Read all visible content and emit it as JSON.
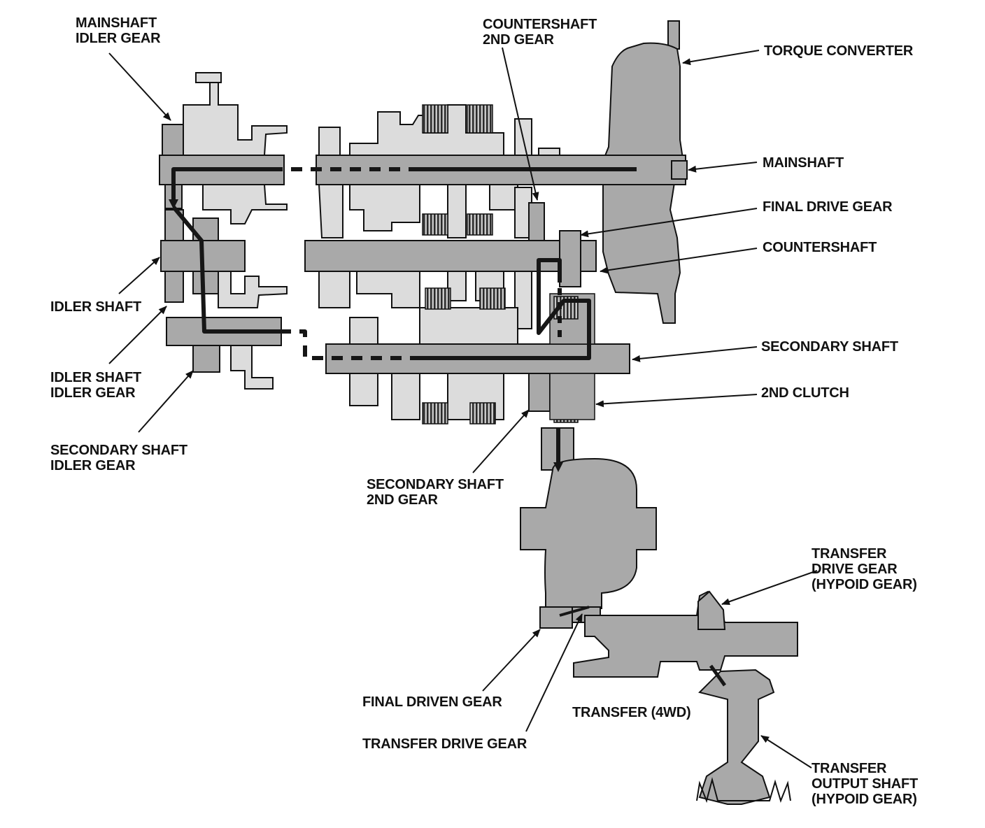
{
  "colors": {
    "part_fill": "#a9a9a9",
    "part_stroke": "#111111",
    "power_flow": "#161616",
    "clutch_pack": "#2b2b2b",
    "leader": "#111111"
  },
  "power_flow_path": [
    "mainshaft",
    "mainshaft-idler-gear",
    "idler-shaft-idler-gear",
    "secondary-shaft-idler-gear",
    "secondary-shaft",
    "2nd-clutch",
    "secondary-shaft-2nd-gear",
    "countershaft-2nd-gear",
    "countershaft",
    "final-drive-gear",
    "final-driven-gear",
    "transfer-drive-gear",
    "transfer-drive-gear-hypoid",
    "transfer-output-shaft"
  ],
  "labels": {
    "mainshaft_idler_gear": "MAINSHAFT\nIDLER GEAR",
    "countershaft_2nd_gear": "COUNTERSHAFT\n2ND GEAR",
    "torque_converter": "TORQUE CONVERTER",
    "mainshaft": "MAINSHAFT",
    "final_drive_gear": "FINAL DRIVE GEAR",
    "countershaft": "COUNTERSHAFT",
    "idler_shaft": "IDLER SHAFT",
    "idler_shaft_idler_gear": "IDLER SHAFT\nIDLER GEAR",
    "secondary_shaft": "SECONDARY SHAFT",
    "second_clutch": "2ND CLUTCH",
    "secondary_shaft_idler_gear": "SECONDARY SHAFT\nIDLER GEAR",
    "secondary_shaft_2nd_gear": "SECONDARY SHAFT\n2ND GEAR",
    "transfer_drive_gear_hypoid": "TRANSFER\nDRIVE GEAR\n(HYPOID GEAR)",
    "final_driven_gear": "FINAL DRIVEN GEAR",
    "transfer_4wd": "TRANSFER (4WD)",
    "transfer_drive_gear": "TRANSFER DRIVE GEAR",
    "transfer_output_shaft": "TRANSFER\nOUTPUT SHAFT\n(HYPOID GEAR)"
  }
}
